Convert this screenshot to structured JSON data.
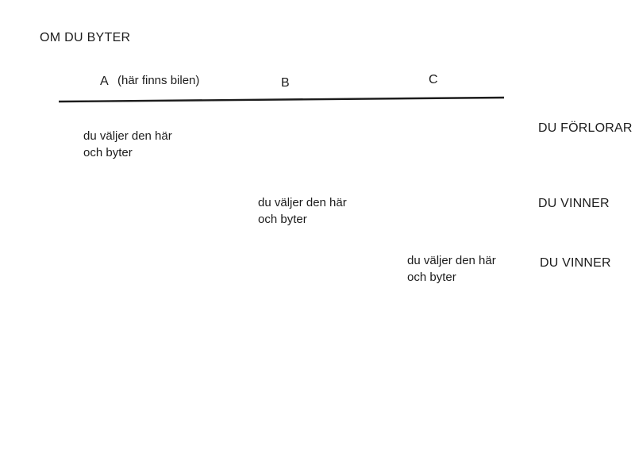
{
  "title": "OM DU BYTER",
  "colors": {
    "ink": "#1c1c1c",
    "background": "#ffffff"
  },
  "header": {
    "col_a": "A",
    "col_a_note": "(här finns bilen)",
    "col_b": "B",
    "col_c": "C"
  },
  "rows": [
    {
      "column": "A",
      "choice": "du väljer den här\noch byter",
      "outcome": "DU FÖRLORAR"
    },
    {
      "column": "B",
      "choice": "du väljer den här\noch byter",
      "outcome": "DU VINNER"
    },
    {
      "column": "C",
      "choice": "du väljer den här\noch byter",
      "outcome": "DU VINNER"
    }
  ]
}
